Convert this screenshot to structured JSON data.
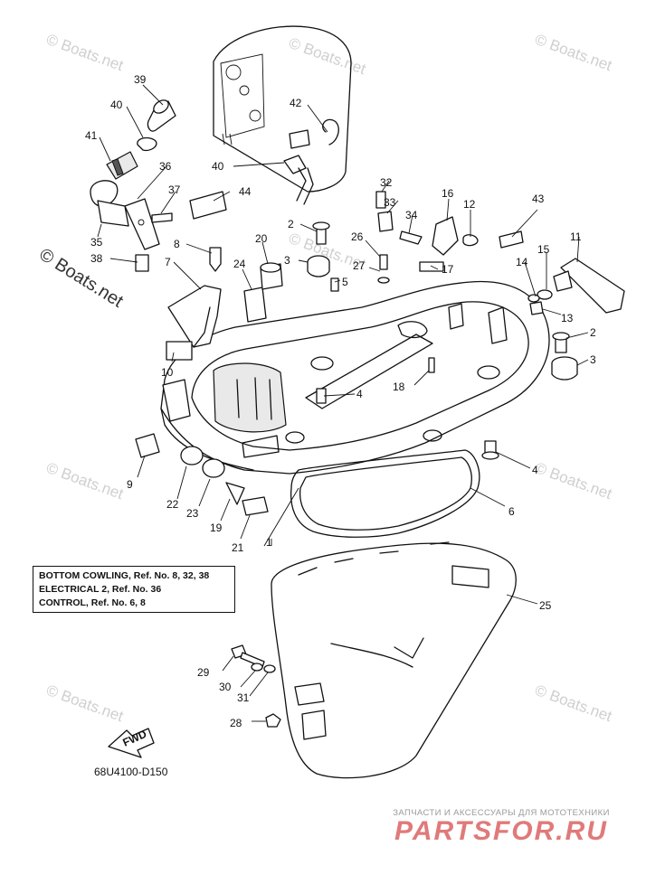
{
  "watermark": "© Boats.net",
  "watermark_left": "© Boats.net",
  "diagram_code": "68U4100-D150",
  "fwd_label": "FWD",
  "reference_box": {
    "line1": "BOTTOM COWLING,  Ref. No. 8, 32, 38",
    "line2": "ELECTRICAL 2,  Ref. No. 36",
    "line3": "CONTROL,  Ref. No. 6, 8"
  },
  "brand": {
    "tagline": "ЗАПЧАСТИ И АКСЕССУАРЫ ДЛЯ МОТОТЕХНИКИ",
    "name": "PARTSFOR.RU"
  },
  "part_numbers": {
    "p1": "1",
    "p2a": "2",
    "p2b": "2",
    "p3a": "3",
    "p3b": "3",
    "p4a": "4",
    "p4b": "4",
    "p5": "5",
    "p6": "6",
    "p7": "7",
    "p8": "8",
    "p9": "9",
    "p10": "10",
    "p11": "11",
    "p12": "12",
    "p13": "13",
    "p14": "14",
    "p15": "15",
    "p16": "16",
    "p17": "17",
    "p18": "18",
    "p19": "19",
    "p20": "20",
    "p21": "21",
    "p22": "22",
    "p23": "23",
    "p24": "24",
    "p25": "25",
    "p26": "26",
    "p27": "27",
    "p28": "28",
    "p29": "29",
    "p30": "30",
    "p31": "31",
    "p32": "32",
    "p33": "33",
    "p34": "34",
    "p35": "35",
    "p36": "36",
    "p37": "37",
    "p38": "38",
    "p39": "39",
    "p40a": "40",
    "p40b": "40",
    "p41": "41",
    "p42": "42",
    "p43": "43",
    "p44": "44"
  },
  "colors": {
    "line": "#111111",
    "watermark": "#cfcfcf",
    "brand_accent": "#e07a7a",
    "background": "#ffffff"
  }
}
